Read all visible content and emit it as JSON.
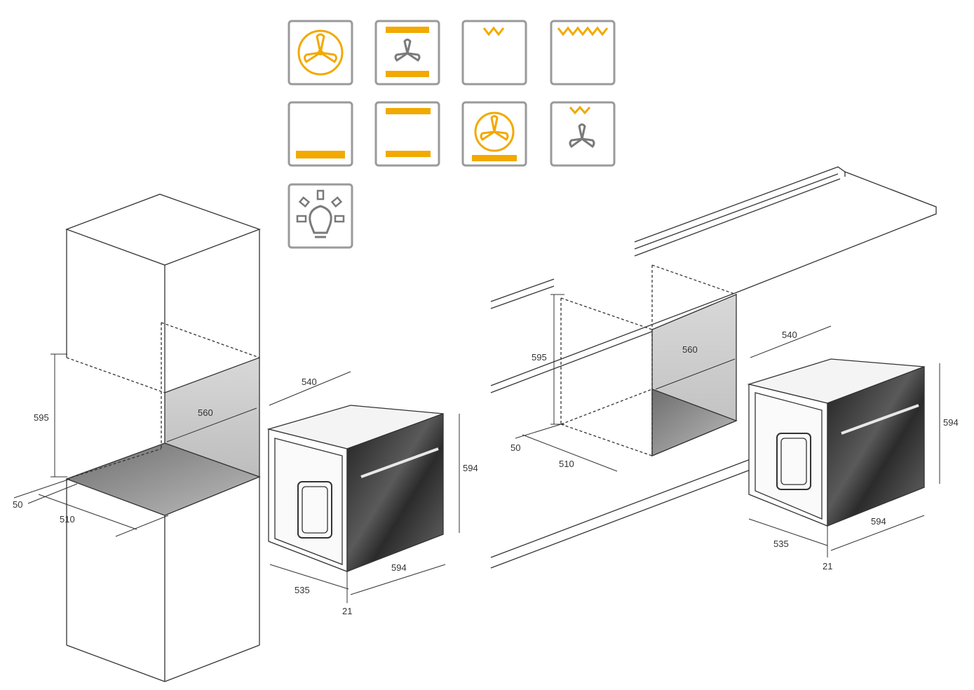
{
  "colors": {
    "accent": "#f2a900",
    "icon_gray": "#7a7a7a",
    "line": "#333333",
    "niche_back": "#c9c9c9",
    "niche_floor": "#8c8c8c",
    "oven_glass": "#3a3a3a"
  },
  "function_icons": [
    {
      "name": "fan-icon"
    },
    {
      "name": "top-bottom-heat-fan-icon"
    },
    {
      "name": "small-grill-icon"
    },
    {
      "name": "large-grill-icon"
    },
    {
      "name": "bottom-heat-icon"
    },
    {
      "name": "top-bottom-heat-icon"
    },
    {
      "name": "bottom-heat-fan-icon"
    },
    {
      "name": "grill-fan-icon"
    },
    {
      "name": "oven-light-icon"
    }
  ],
  "column_install": {
    "niche_height": "595",
    "niche_width": "560",
    "niche_depth": "510",
    "rear_gap": "50",
    "oven_depth": "540",
    "oven_height": "594",
    "oven_width": "594",
    "oven_body_depth": "535",
    "door_thickness": "21"
  },
  "undercounter_install": {
    "niche_height": "595",
    "niche_width": "560",
    "niche_depth": "510",
    "rear_gap": "50",
    "oven_depth": "540",
    "oven_height": "594",
    "oven_width": "594",
    "oven_body_depth": "535",
    "door_thickness": "21"
  }
}
